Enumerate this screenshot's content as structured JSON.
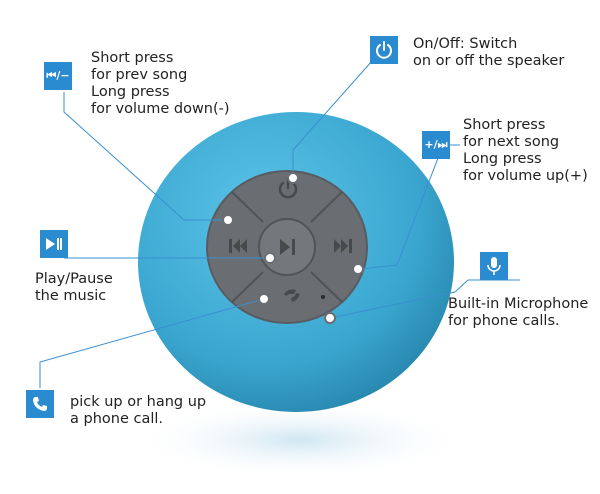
{
  "colors": {
    "speaker_body": "#3aa6cf",
    "button_plate": "#6a6e72",
    "accent_box": "#2a8bd0",
    "leader_line": "#3a8fd0"
  },
  "icons": {
    "power": "power-icon",
    "prev": "prev-track-icon",
    "next": "next-track-icon",
    "play": "play-pause-icon",
    "phone": "phone-icon",
    "mic": "microphone-icon"
  },
  "box_text": {
    "prev": "⏮/−",
    "next": "+/⏭"
  },
  "callouts": {
    "prev": {
      "lines": [
        "Short press",
        "for prev song",
        "Long press",
        "for volume down(-)"
      ]
    },
    "power": {
      "lines": [
        "On/Off: Switch",
        "on or off the speaker"
      ]
    },
    "next": {
      "lines": [
        "Short press",
        "for next song",
        "Long press",
        "for volume up(+)"
      ]
    },
    "play": {
      "lines": [
        "Play/Pause",
        "the music"
      ]
    },
    "mic": {
      "lines": [
        "Built-in Microphone",
        "for phone calls."
      ]
    },
    "phone": {
      "lines": [
        "pick up or hang up",
        "a phone call."
      ]
    }
  }
}
